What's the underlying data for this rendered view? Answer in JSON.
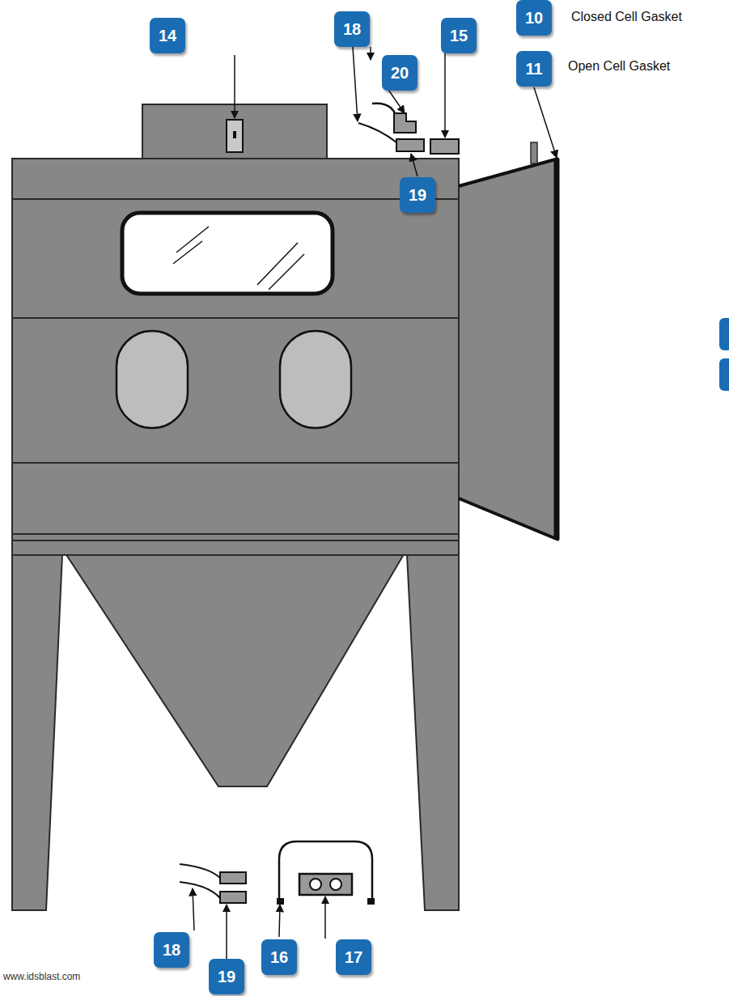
{
  "diagram": {
    "labels": [
      "14",
      "18",
      "20",
      "15",
      "10",
      "Closed Cell Gasket",
      "11",
      "Open Cell Gasket",
      "19",
      "18",
      "19",
      "16",
      "17",
      "www.idsblast.com"
    ]
  }
}
